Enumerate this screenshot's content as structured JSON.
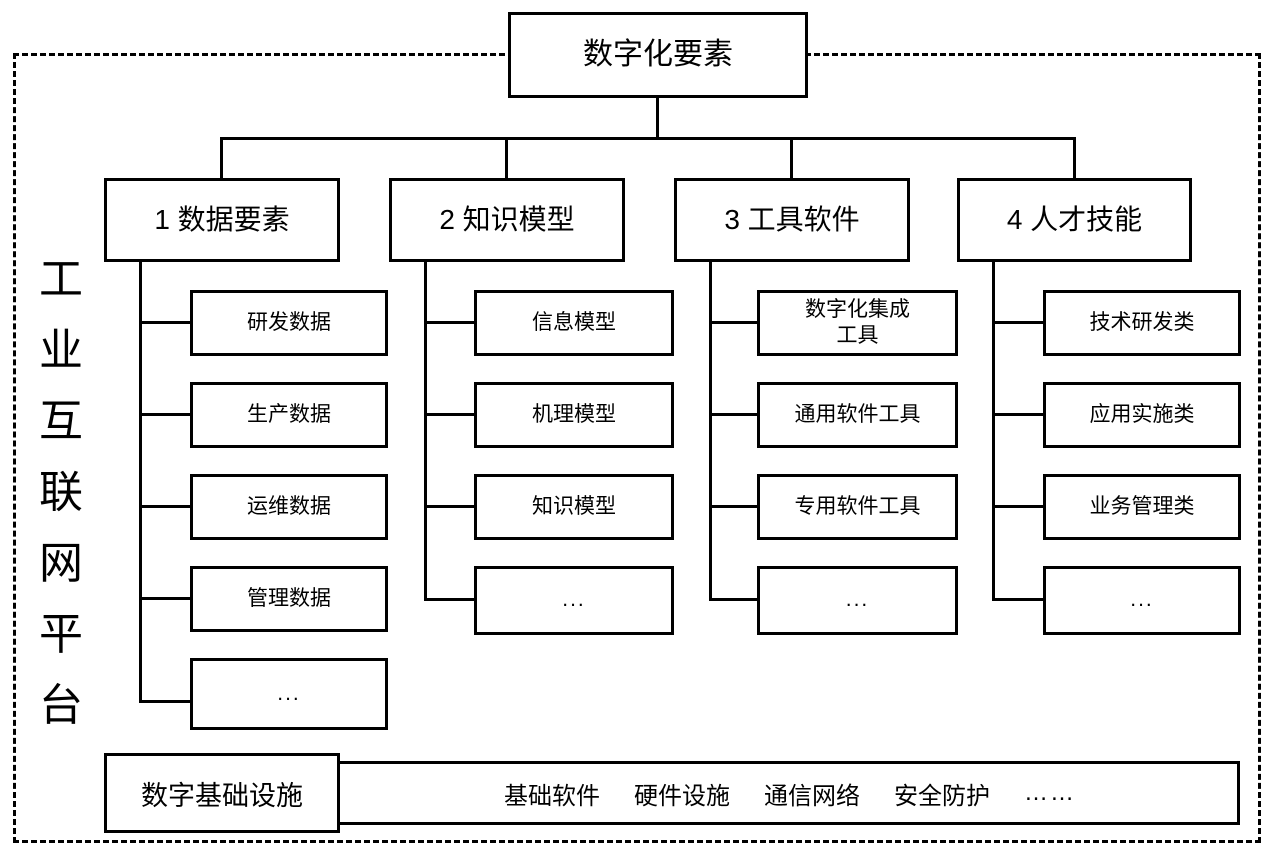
{
  "platform": {
    "label_chars": [
      "工",
      "业",
      "互",
      "联",
      "网",
      "平",
      "台"
    ],
    "label_text": "工业互联网平台"
  },
  "root": {
    "label": "数字化要素"
  },
  "categories": [
    {
      "id": "data-elements",
      "label": "1 数据要素",
      "children": [
        {
          "label": "研发数据"
        },
        {
          "label": "生产数据"
        },
        {
          "label": "运维数据"
        },
        {
          "label": "管理数据"
        },
        {
          "label": "..."
        }
      ]
    },
    {
      "id": "knowledge-models",
      "label": "2 知识模型",
      "children": [
        {
          "label": "信息模型"
        },
        {
          "label": "机理模型"
        },
        {
          "label": "知识模型"
        },
        {
          "label": "..."
        }
      ]
    },
    {
      "id": "tool-software",
      "label": "3 工具软件",
      "children": [
        {
          "label": "数字化集成\n工具",
          "line1": "数字化集成",
          "line2": "工具"
        },
        {
          "label": "通用软件工具"
        },
        {
          "label": "专用软件工具"
        },
        {
          "label": "..."
        }
      ]
    },
    {
      "id": "talent-skills",
      "label": "4 人才技能",
      "children": [
        {
          "label": "技术研发类"
        },
        {
          "label": "应用实施类"
        },
        {
          "label": "业务管理类"
        },
        {
          "label": "..."
        }
      ]
    }
  ],
  "infrastructure": {
    "label": "数字基础设施",
    "items": [
      "基础软件",
      "硬件设施",
      "通信网络",
      "安全防护",
      "……"
    ]
  },
  "colors": {
    "stroke": "#000000",
    "fill": "#ffffff"
  }
}
